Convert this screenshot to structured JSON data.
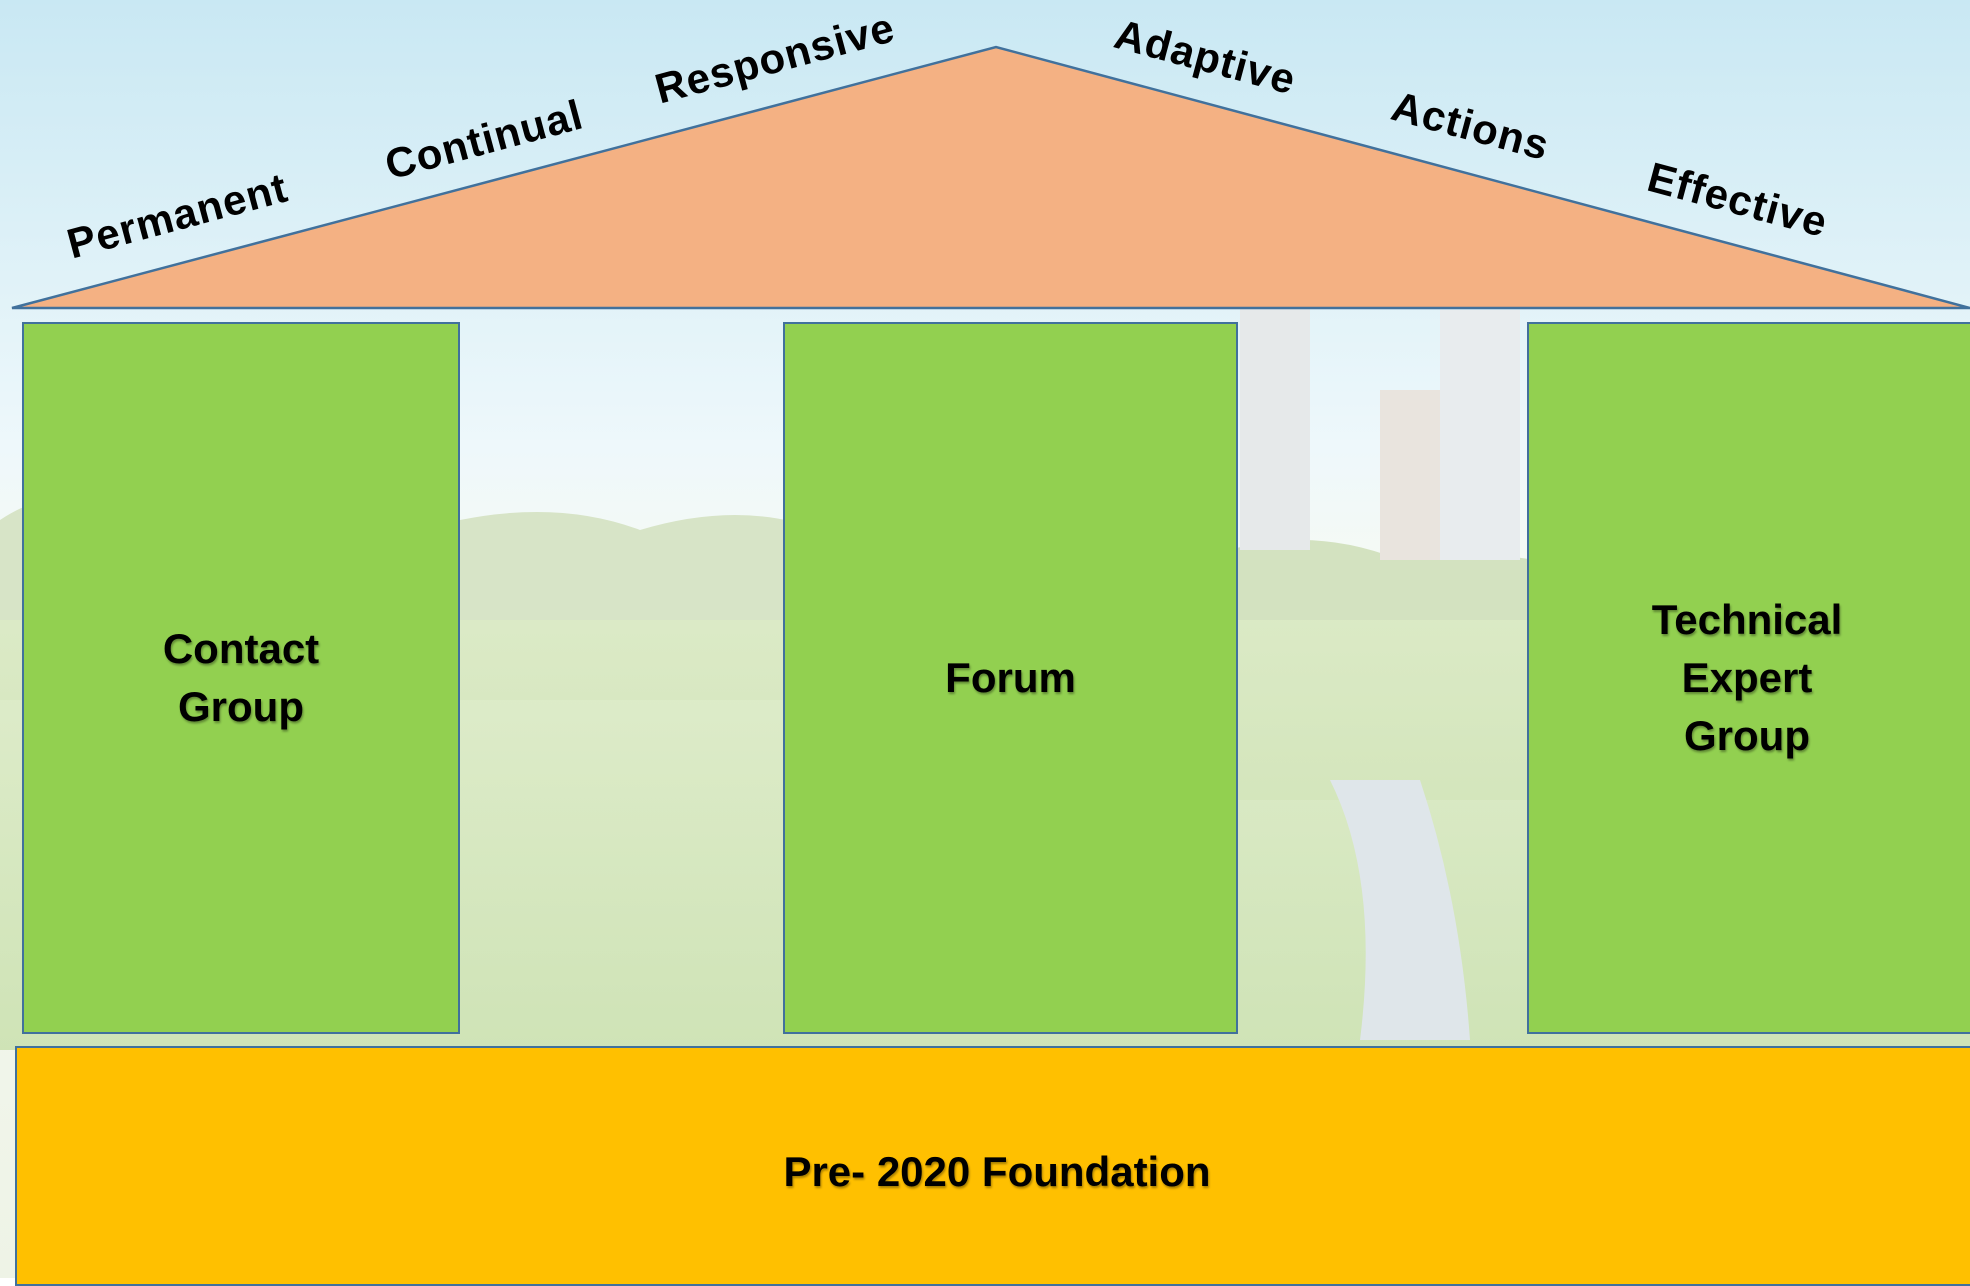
{
  "roof": {
    "words": [
      "Permanent",
      "Continual",
      "Responsive",
      "Adaptive",
      "Actions",
      "Effective"
    ]
  },
  "pillars": {
    "contact_group": [
      "Contact",
      "Group"
    ],
    "forum": [
      "Forum"
    ],
    "technical_expert_group": [
      "Technical",
      "Expert",
      "Group"
    ]
  },
  "foundation": {
    "label": "Pre- 2020 Foundation"
  },
  "colors": {
    "roof": "#f4b183",
    "pillar": "#92d050",
    "foundation": "#ffc000",
    "outline": "#41719c"
  }
}
